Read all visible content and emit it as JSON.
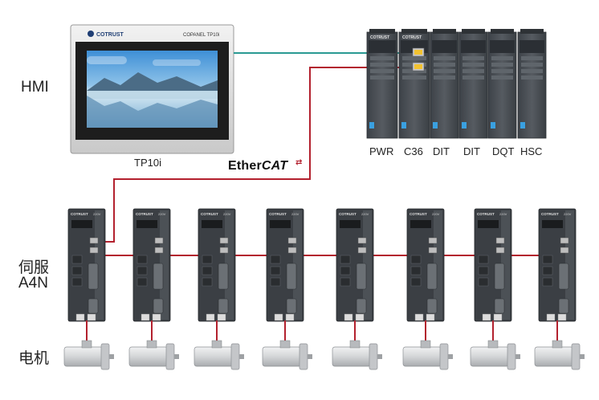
{
  "row_labels": {
    "hmi": "HMI",
    "servo_line1": "伺服",
    "servo_line2": "A4N",
    "motor": "电机"
  },
  "hmi_panel": {
    "brand": "COTRUST",
    "model_badge": "COPANEL TP10i",
    "caption": "TP10i"
  },
  "bus": {
    "name_prefix": "Ether",
    "name_suffix": "CAT"
  },
  "plc_modules": [
    {
      "label": "PWR",
      "header": "COTRUST"
    },
    {
      "label": "C36",
      "header": "COTRUST"
    },
    {
      "label": "DIT",
      "header": ""
    },
    {
      "label": "DIT",
      "header": ""
    },
    {
      "label": "DQT",
      "header": ""
    },
    {
      "label": "HSC",
      "header": ""
    }
  ],
  "servo_drives": [
    {
      "brand": "COTRUST",
      "voltage": "220V"
    },
    {
      "brand": "COTRUST",
      "voltage": "220V"
    },
    {
      "brand": "COTRUST",
      "voltage": "220V"
    },
    {
      "brand": "COTRUST",
      "voltage": "220V"
    },
    {
      "brand": "COTRUST",
      "voltage": "220V"
    },
    {
      "brand": "COTRUST",
      "voltage": "220V"
    },
    {
      "brand": "COTRUST",
      "voltage": "220V"
    },
    {
      "brand": "COTRUST",
      "voltage": "220V"
    }
  ],
  "motor_count": 8,
  "colors": {
    "ethercat_cable": "#b3212e",
    "ethernet_cable": "#2a9a93",
    "module_body": "#4a4f55",
    "drive_body": "#3b3f44",
    "motor_body": "#d5d7d9"
  }
}
